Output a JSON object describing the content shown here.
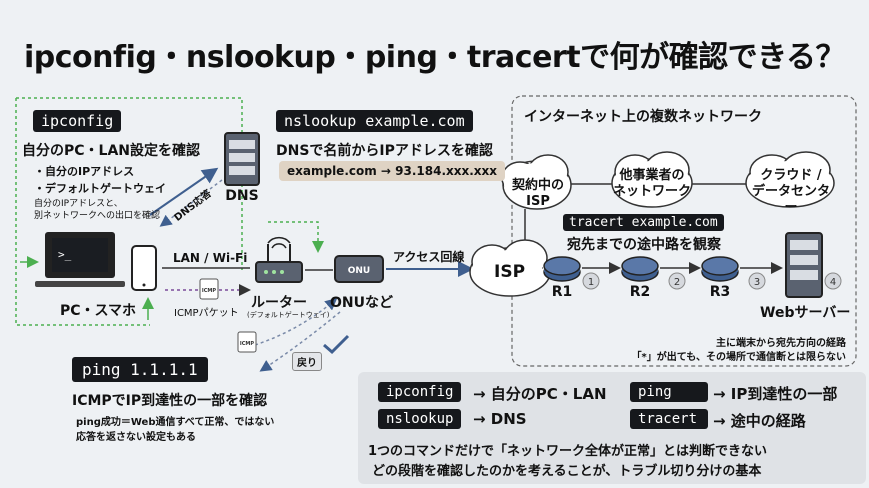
{
  "title": "ipconfig・nslookup・ping・tracertで何が確認できる？",
  "ipconfig": {
    "cmd": "ipconfig",
    "heading": "自分のPC・LAN設定を確認",
    "bullet1": "・自分のIPアドレス",
    "bullet2": "・デフォルトゲートウェイ",
    "note1": "自分のIPアドレスと、",
    "note2": "別ネットワークへの出口を確認"
  },
  "nslookup": {
    "cmd": "nslookup example.com",
    "heading": "DNSで名前からIPアドレスを確認",
    "result": "example.com → 93.184.xxx.xxx"
  },
  "dns": {
    "label": "DNS",
    "response": "DNS応答"
  },
  "pc": {
    "label": "PC・スマホ"
  },
  "lan": {
    "label": "LAN / Wi-Fi"
  },
  "router": {
    "label": "ルーター",
    "sub": "(デフォルトゲートウェイ)"
  },
  "onu": {
    "label": "ONUなど",
    "device": "ONU"
  },
  "icmp": {
    "icon": "ICMP",
    "packet": "ICMPパケット",
    "return": "戻り"
  },
  "access_line": "アクセス回線",
  "internet": {
    "title": "インターネット上の複数ネットワーク",
    "isp_contract": "契約中のISP",
    "other1": "他事業者の",
    "other2": "ネットワーク",
    "cloud1": "クラウド /",
    "cloud2": "データセンター",
    "isp": "ISP"
  },
  "tracert": {
    "cmd": "tracert example.com",
    "heading": "宛先までの途中路を観察",
    "routers": [
      "R1",
      "R2",
      "R3"
    ],
    "hops": [
      "1",
      "2",
      "3",
      "4"
    ],
    "server": "Webサーバー",
    "note1": "主に端末から宛先方向の経路",
    "note2": "「*」が出ても、その場所で通信断とは限らない"
  },
  "ping": {
    "cmd": "ping 1.1.1.1",
    "heading": "ICMPでIP到達性の一部を確認",
    "note1": "ping成功＝Web通信すべて正常、ではない",
    "note2": "応答を返さない設定もある"
  },
  "legend": {
    "ipconfig_cmd": "ipconfig",
    "ipconfig_desc": "→ 自分のPC・LAN",
    "ping_cmd": "ping",
    "ping_desc": "→ IP到達性の一部",
    "nslookup_cmd": "nslookup",
    "nslookup_desc": "→ DNS",
    "tracert_cmd": "tracert",
    "tracert_desc": "→ 途中の経路",
    "summary1": "1つのコマンドだけで「ネットワーク全体が正常」とは判断できない",
    "summary2": "どの段階を確認したのかを考えることが、トラブル切り分けの基本"
  },
  "colors": {
    "green": "#4caf50",
    "blue": "#3f5f8f",
    "dark": "#16181c",
    "tag": "#dfd3c4"
  }
}
